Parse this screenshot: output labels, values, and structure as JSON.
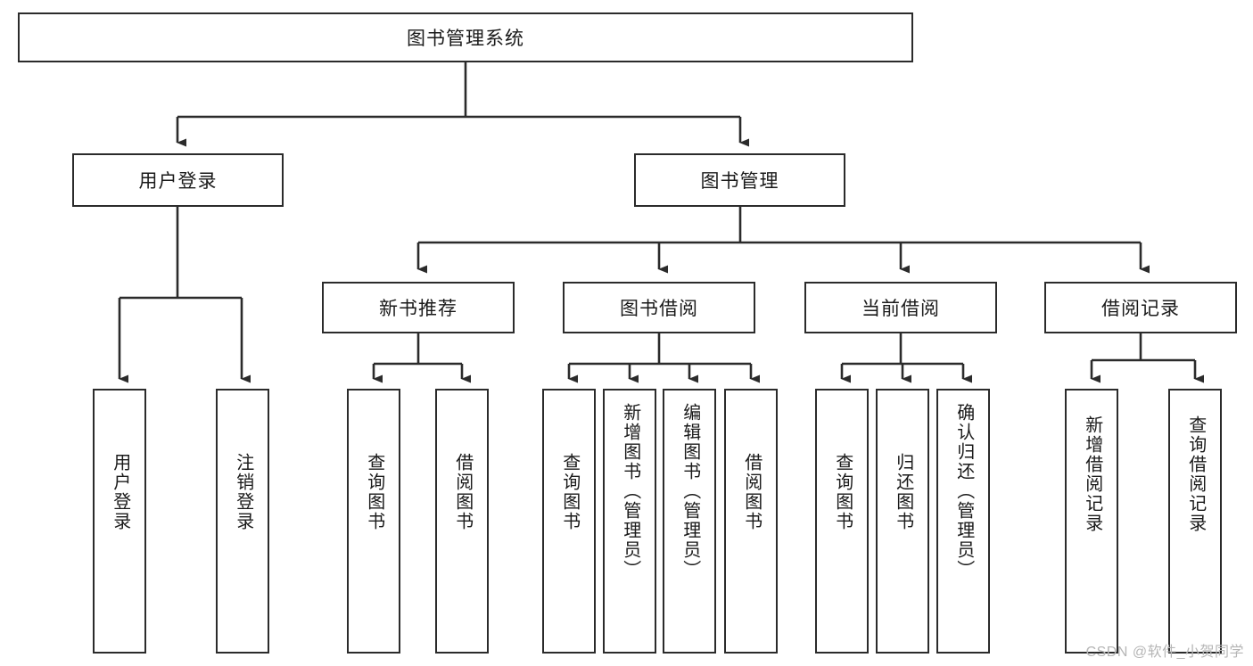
{
  "diagram": {
    "type": "tree-hierarchy",
    "title": "图书管理系统",
    "watermark": "CSDN @软件_小贺同学",
    "colors": {
      "box_border": "#2b2b2b",
      "box_fill": "#ffffff",
      "connector": "#2b2b2b",
      "text": "#1a1a1a",
      "watermark": "#b6b6b6"
    },
    "root": {
      "label": "图书管理系统"
    },
    "level1": [
      {
        "label": "用户登录"
      },
      {
        "label": "图书管理"
      }
    ],
    "level2": [
      {
        "label": "新书推荐"
      },
      {
        "label": "图书借阅"
      },
      {
        "label": "当前借阅"
      },
      {
        "label": "借阅记录"
      }
    ],
    "leaves": {
      "user_login": [
        {
          "label": "用户登录"
        },
        {
          "label": "注销登录"
        }
      ],
      "new_book_recommend": [
        {
          "label": "查询图书"
        },
        {
          "label": "借阅图书"
        }
      ],
      "book_borrow": [
        {
          "label": "查询图书"
        },
        {
          "label": "新增图书（管理员）"
        },
        {
          "label": "编辑图书（管理员）"
        },
        {
          "label": "借阅图书"
        }
      ],
      "current_borrow": [
        {
          "label": "查询图书"
        },
        {
          "label": "归还图书"
        },
        {
          "label": "确认归还（管理员）"
        }
      ],
      "borrow_record": [
        {
          "label": "新增借阅记录"
        },
        {
          "label": "查询借阅记录"
        }
      ]
    }
  }
}
